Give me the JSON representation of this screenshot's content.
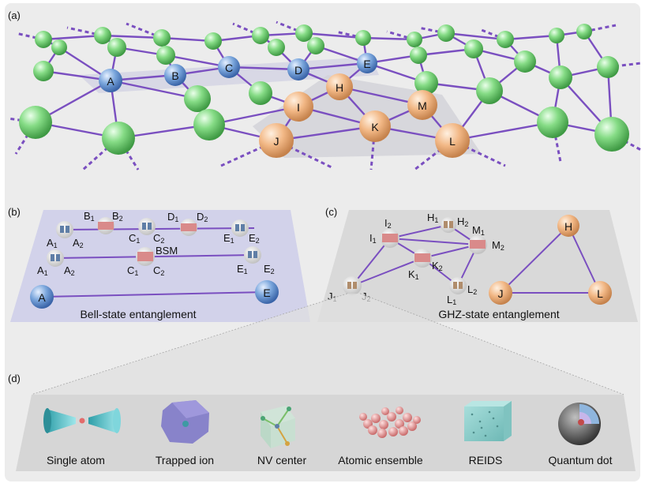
{
  "panels": {
    "a": "(a)",
    "b": "(b)",
    "c": "(c)",
    "d": "(d)"
  },
  "network": {
    "blue_nodes": [
      "A",
      "B",
      "C",
      "D",
      "E"
    ],
    "orange_nodes": [
      "H",
      "I",
      "J",
      "K",
      "L",
      "M"
    ]
  },
  "bell": {
    "caption": "Bell-state entanglement",
    "bsm_label": "BSM",
    "row1": [
      {
        "base": "A",
        "sub": "1"
      },
      {
        "base": "A",
        "sub": "2"
      },
      {
        "base": "B",
        "sub": "1"
      },
      {
        "base": "B",
        "sub": "2"
      },
      {
        "base": "C",
        "sub": "1"
      },
      {
        "base": "C",
        "sub": "2"
      },
      {
        "base": "D",
        "sub": "1"
      },
      {
        "base": "D",
        "sub": "2"
      },
      {
        "base": "E",
        "sub": "1"
      },
      {
        "base": "E",
        "sub": "2"
      }
    ],
    "row2": [
      {
        "base": "A",
        "sub": "1"
      },
      {
        "base": "A",
        "sub": "2"
      },
      {
        "base": "C",
        "sub": "1"
      },
      {
        "base": "C",
        "sub": "2"
      },
      {
        "base": "E",
        "sub": "1"
      },
      {
        "base": "E",
        "sub": "2"
      }
    ],
    "end_left": "A",
    "end_right": "E"
  },
  "ghz": {
    "caption": "GHZ-state entanglement",
    "labels": [
      {
        "base": "I",
        "sub": "1"
      },
      {
        "base": "I",
        "sub": "2"
      },
      {
        "base": "H",
        "sub": "1"
      },
      {
        "base": "H",
        "sub": "2"
      },
      {
        "base": "M",
        "sub": "1"
      },
      {
        "base": "M",
        "sub": "2"
      },
      {
        "base": "K",
        "sub": "1"
      },
      {
        "base": "K",
        "sub": "2"
      },
      {
        "base": "L",
        "sub": "1"
      },
      {
        "base": "L",
        "sub": "2"
      },
      {
        "base": "J",
        "sub": "1"
      },
      {
        "base": "J",
        "sub": "2"
      }
    ],
    "triangle": [
      "H",
      "J",
      "L"
    ]
  },
  "platforms": [
    "Single atom",
    "Trapped ion",
    "NV center",
    "Atomic ensemble",
    "REIDS",
    "Quantum dot"
  ],
  "colors": {
    "green_node": "#7ed67e",
    "blue_node": "#7aa6dc",
    "orange_node": "#f2b886",
    "link": "#7a4fc0",
    "bell_panel": "#d2d2ea",
    "ghz_panel": "#d9d9d9"
  }
}
